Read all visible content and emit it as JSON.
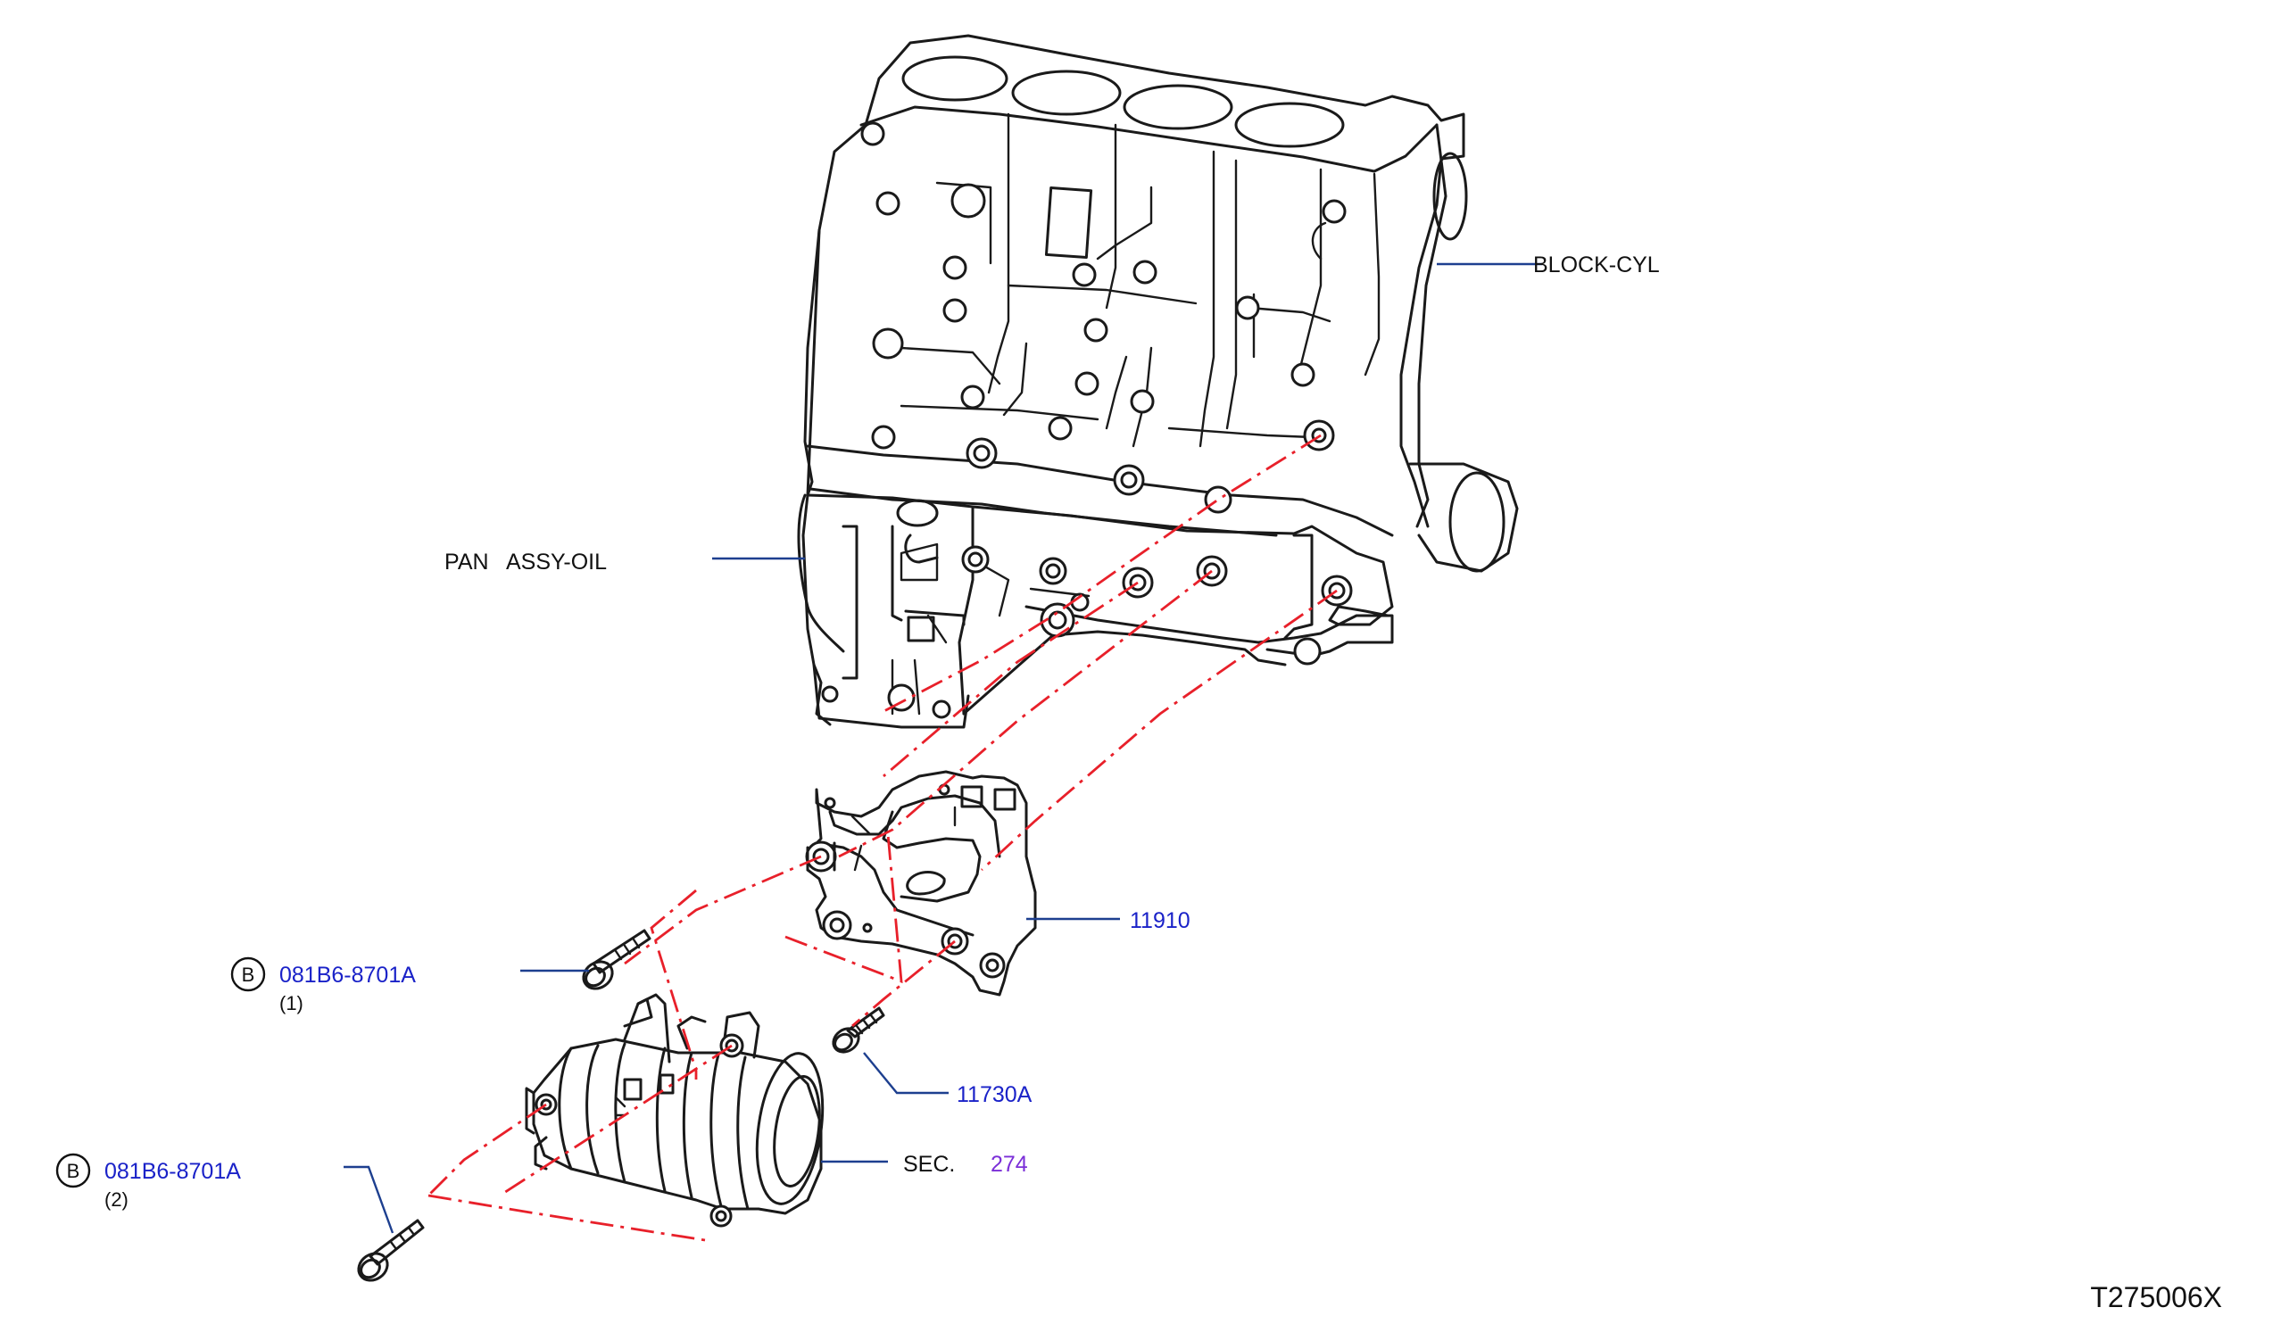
{
  "diagram_code": "T275006X",
  "parts": {
    "block_cyl": {
      "label": "BLOCK-CYL"
    },
    "pan_assy_oil": {
      "label": "PAN   ASSY-OIL"
    },
    "bracket": {
      "label": "11910"
    },
    "bolt_small": {
      "label": "11730A"
    },
    "compressor": {
      "prefix": "SEC.",
      "number": "274"
    },
    "bolt_b1": {
      "badge": "B",
      "part": "081B6-8701A",
      "qty": "(1)"
    },
    "bolt_b2": {
      "badge": "B",
      "part": "081B6-8701A",
      "qty": "(2)"
    }
  },
  "colors": {
    "part_number": "#1a22c8",
    "section_ref": "#7b2fd8",
    "leader": "#1d3f8f",
    "alignment_line": "#e8202a",
    "outline": "#1a1a1a"
  }
}
